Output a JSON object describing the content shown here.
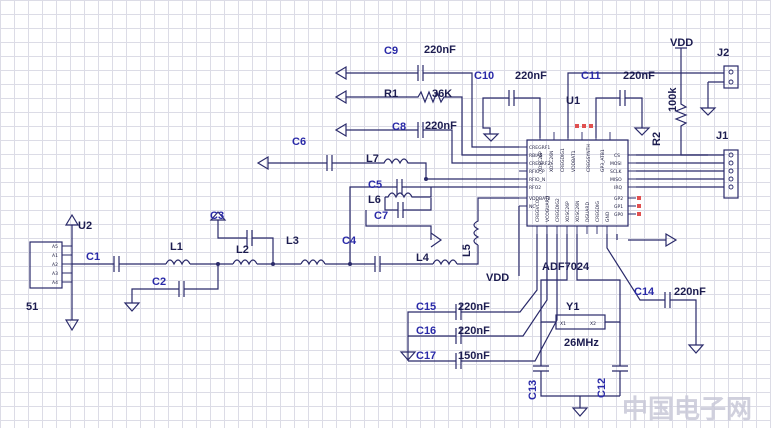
{
  "title": "",
  "components": {
    "u1": {
      "ref": "U1",
      "part": "ADF7024"
    },
    "u2": {
      "ref": "U2",
      "value": "51"
    },
    "j1": {
      "ref": "J1"
    },
    "j2": {
      "ref": "J2"
    },
    "y1": {
      "ref": "Y1",
      "value": "26MHz"
    },
    "r1": {
      "ref": "R1",
      "value": "36K"
    },
    "r2": {
      "ref": "R2",
      "value": "100k"
    },
    "c1": {
      "ref": "C1"
    },
    "c2": {
      "ref": "C2"
    },
    "c3": {
      "ref": "C3"
    },
    "c4": {
      "ref": "C4"
    },
    "c5": {
      "ref": "C5"
    },
    "c6": {
      "ref": "C6"
    },
    "c7": {
      "ref": "C7"
    },
    "c8": {
      "ref": "C8",
      "value": "220nF"
    },
    "c9": {
      "ref": "C9",
      "value": "220nF"
    },
    "c10": {
      "ref": "C10",
      "value": "220nF"
    },
    "c11": {
      "ref": "C11",
      "value": "220nF"
    },
    "c12": {
      "ref": "C12"
    },
    "c13": {
      "ref": "C13"
    },
    "c14": {
      "ref": "C14",
      "value": "220nF"
    },
    "c15": {
      "ref": "C15",
      "value": "220nF"
    },
    "c16": {
      "ref": "C16",
      "value": "220nF"
    },
    "c17": {
      "ref": "C17",
      "value": "150nF"
    },
    "l1": {
      "ref": "L1"
    },
    "l2": {
      "ref": "L2"
    },
    "l3": {
      "ref": "L3"
    },
    "l4": {
      "ref": "L4"
    },
    "l5": {
      "ref": "L5"
    },
    "l6": {
      "ref": "L6"
    },
    "l7": {
      "ref": "L7"
    }
  },
  "nets": {
    "vdd_top": "VDD",
    "vdd_ic": "VDD"
  },
  "u1_pins_left": [
    "CREGRF1",
    "RBIAS",
    "CREGRF2",
    "RFIO_P",
    "RFIO_N",
    "RFO2",
    "VDDBAT2",
    "NC"
  ],
  "u1_pins_top": [
    "XOSC26P",
    "XOSC26N",
    "CREGDIG1",
    "VDDBAT1",
    "CREGSYNTH",
    "GP3_ATB1"
  ],
  "u1_pins_right": [
    "CS",
    "MOSI",
    "SCLK",
    "MISO",
    "IRQ"
  ],
  "u1_pins_bottom": [
    "CREGVCO",
    "VCOGUARD",
    "CREGDIG2",
    "XOSC26P",
    "XOSC26N",
    "DGUARD",
    "CREGDIG",
    "GND"
  ],
  "u1_pins_right_low": [
    "GP2",
    "GP1",
    "GP0"
  ],
  "u2_pins": [
    "A5",
    "A1",
    "A2",
    "A3",
    "A4"
  ],
  "y1_pins": [
    "X1",
    "X2"
  ],
  "watermark": "中国电子网"
}
